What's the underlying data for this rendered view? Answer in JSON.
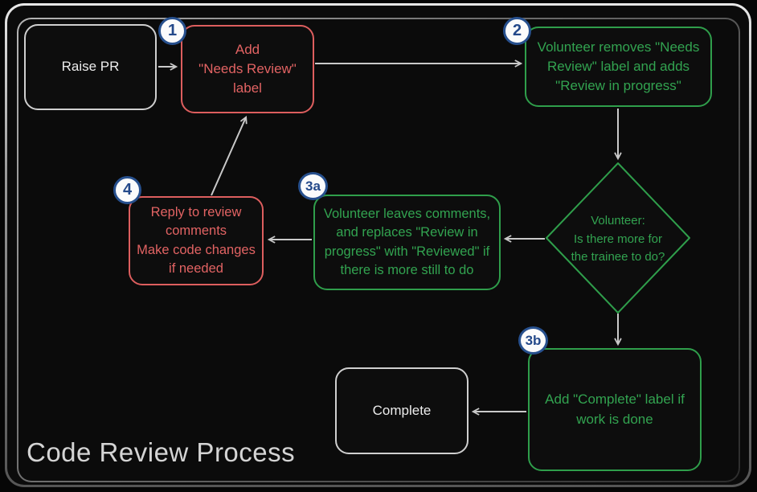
{
  "title": "Code Review Process",
  "colors": {
    "background": "#0b0b0b",
    "red_accent": "#e06161",
    "green_accent": "#2f9e4b",
    "neutral_node": "#cfcfcf",
    "badge_blue": "#27508e",
    "arrow_gray": "#c9c9c9",
    "title_gray": "#d4d4d4"
  },
  "nodes": {
    "raise_pr": {
      "label": "Raise PR"
    },
    "add_needs_review": {
      "badge": "1",
      "label": "Add\n\"Needs Review\"\nlabel"
    },
    "volunteer_removes": {
      "badge": "2",
      "label": "Volunteer removes \"Needs\nReview\" label and adds\n\"Review in progress\""
    },
    "decision": {
      "label": "Volunteer:\nIs there more for\nthe trainee to do?"
    },
    "volunteer_leaves_comments": {
      "badge": "3a",
      "label": "Volunteer leaves comments,\nand replaces \"Review in\nprogress\" with \"Reviewed\" if\nthere is more still to do"
    },
    "reply_to_comments": {
      "badge": "4",
      "label": "Reply to review\ncomments\nMake code changes\nif needed"
    },
    "add_complete_label": {
      "badge": "3b",
      "label": "Add \"Complete\" label if\nwork is done"
    },
    "complete": {
      "label": "Complete"
    }
  }
}
